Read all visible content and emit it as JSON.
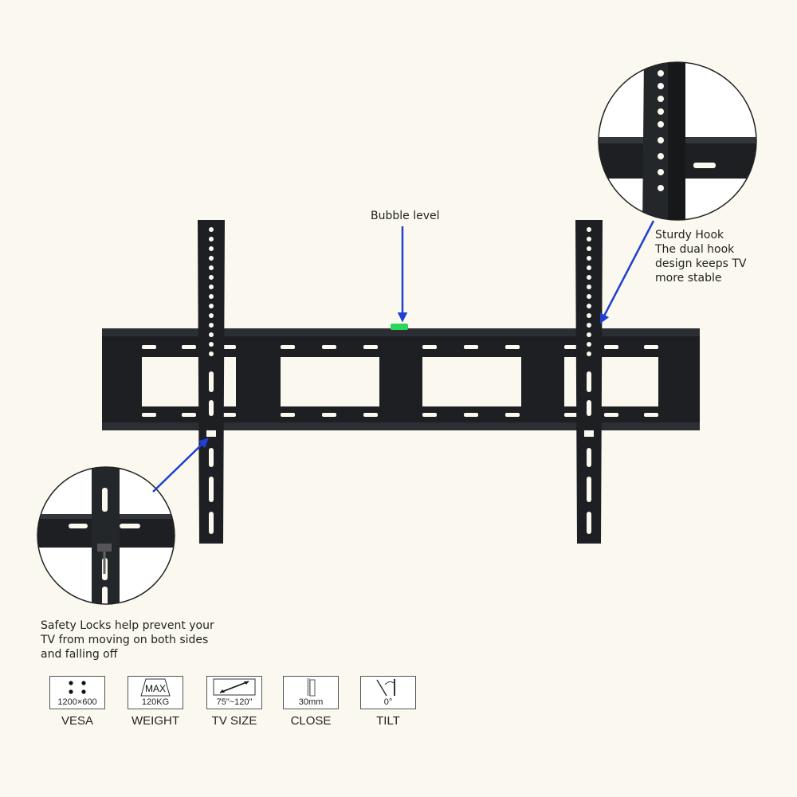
{
  "callouts": {
    "bubble_level": "Bubble level",
    "sturdy_hook": [
      "Sturdy Hook",
      "The dual hook",
      "design keeps TV",
      "more stable"
    ],
    "safety_locks": [
      "Safety Locks help prevent your",
      "TV from moving on both sides",
      "and falling off"
    ]
  },
  "specs": [
    {
      "icon": "vesa-icon",
      "value": "1200×600",
      "label": "VESA"
    },
    {
      "icon": "max-weight-icon",
      "badge": "MAX",
      "value": "120KG",
      "label": "WEIGHT"
    },
    {
      "icon": "tv-size-icon",
      "value": "75\"~120\"",
      "label": "TV SIZE"
    },
    {
      "icon": "profile-depth-icon",
      "value": "30mm",
      "label": "CLOSE"
    },
    {
      "icon": "tilt-icon",
      "value": "0°",
      "label": "TILT"
    }
  ],
  "colors": {
    "background": "#fbf9ef",
    "mount": "#1d1f22",
    "arrow": "#1f3fd6",
    "bubble": "#2bd65a"
  }
}
